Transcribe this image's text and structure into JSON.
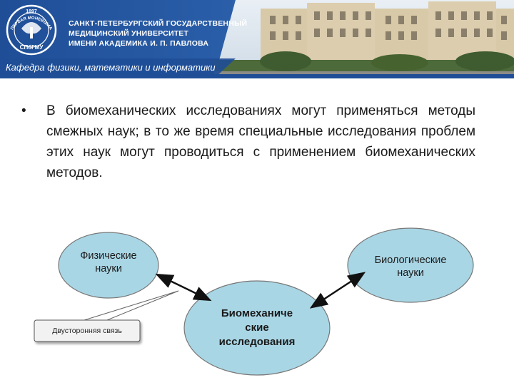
{
  "header": {
    "colors": {
      "banner": "#1f4e97",
      "text": "#ffffff"
    },
    "logo_icon": "university-seal-icon",
    "logo_seal_year": "1897",
    "logo_seal_name": "ПЕРВАЯ МОНЕВШИА",
    "logo_seal_abbrev": "СПбГМУ",
    "university_lines": [
      "САНКТ-ПЕТЕРБУРГСКИЙ ГОСУДАРСТВЕННЫЙ",
      "МЕДИЦИНСКИЙ УНИВЕРСИТЕТ",
      "ИМЕНИ АКАДЕМИКА И. П. ПАВЛОВА"
    ],
    "building_image": "university-building-photo",
    "department": "Кафедра физики, математики и информатики"
  },
  "body": {
    "bullet": "•",
    "paragraph": "В биомеханических исследованиях могут применяться методы смежных наук; в то же время специальные исследования проблем этих наук могут проводиться с применением биомеханических методов."
  },
  "diagram": {
    "colors": {
      "node_fill": "#a9d6e5",
      "node_stroke": "#777777",
      "arrow": "#111111"
    },
    "nodes": {
      "physics": {
        "line1": "Физические",
        "line2": "науки"
      },
      "biology": {
        "line1": "Биологические",
        "line2": "науки"
      },
      "biomech": {
        "line1": "Биомеханиче",
        "line2": "ские",
        "line3": "исследования"
      }
    },
    "callout": "Двусторонняя связь"
  }
}
